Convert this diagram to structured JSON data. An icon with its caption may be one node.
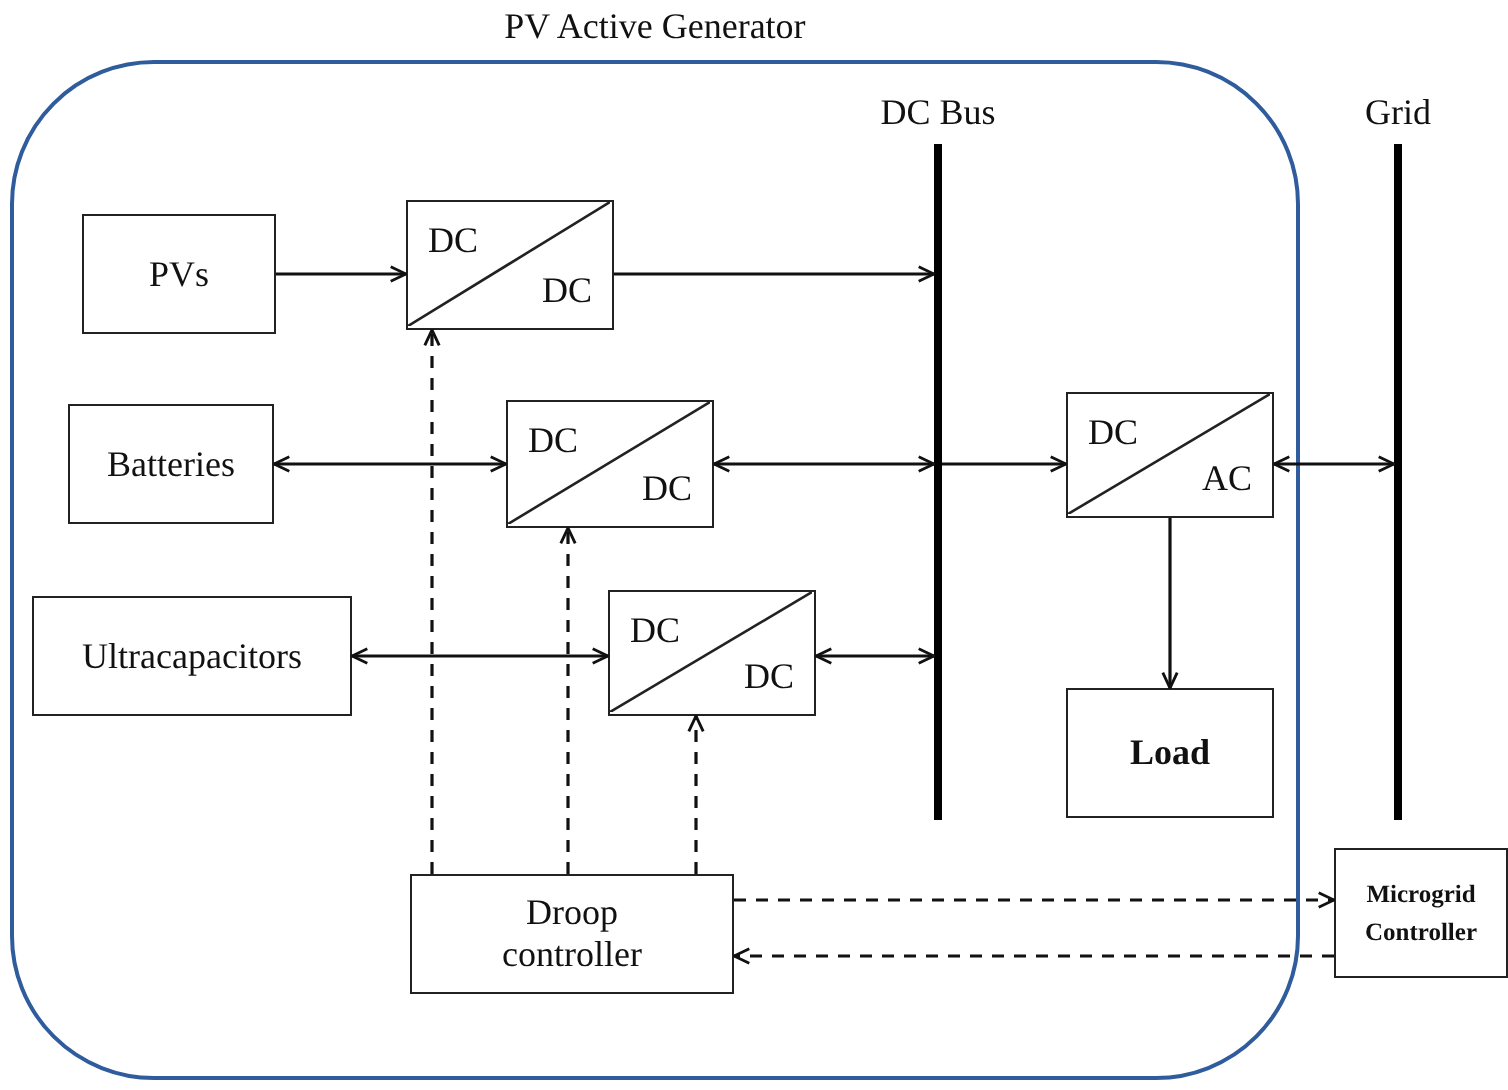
{
  "diagram": {
    "nodes": [
      {
        "text": [
          "PV Active Generator"
        ]
      },
      {
        "text": [
          "PVs"
        ],
        "in": 0
      },
      {
        "text": [
          "DC",
          "DC"
        ],
        "in": 0
      },
      {
        "text": [
          "Batteries"
        ],
        "in": 0
      },
      {
        "text": [
          "DC",
          "DC"
        ],
        "in": 0
      },
      {
        "text": [
          "Ultracapacitors"
        ],
        "in": 0
      },
      {
        "text": [
          "DC",
          "DC"
        ],
        "in": 0
      },
      {
        "text": [
          "DC Bus"
        ],
        "in": 0
      },
      {
        "text": [
          "DC",
          "AC"
        ],
        "in": 0
      },
      {
        "text": [
          "Load"
        ],
        "in": 0
      },
      {
        "text": [
          "Grid"
        ]
      },
      {
        "text": [
          "Droop controller"
        ],
        "in": 0
      },
      {
        "text": [
          "Microgrid Controller"
        ]
      }
    ],
    "edges": [
      {
        "from": 1,
        "to": 2,
        "arrow": "to"
      },
      {
        "from": 2,
        "to": 7,
        "arrow": "to"
      },
      {
        "from": 3,
        "to": 4,
        "arrow": "both"
      },
      {
        "from": 4,
        "to": 7,
        "arrow": "both"
      },
      {
        "from": 5,
        "to": 6,
        "arrow": "both"
      },
      {
        "from": 6,
        "to": 7,
        "arrow": "both"
      },
      {
        "from": 7,
        "to": 8,
        "arrow": "to"
      },
      {
        "from": 8,
        "to": 10,
        "arrow": "both"
      },
      {
        "from": 8,
        "to": 9,
        "arrow": "to"
      },
      {
        "from": 11,
        "to": 2,
        "arrow": "to",
        "style": "dashed"
      },
      {
        "from": 11,
        "to": 4,
        "arrow": "to",
        "style": "dashed"
      },
      {
        "from": 11,
        "to": 6,
        "arrow": "to",
        "style": "dashed"
      },
      {
        "from": 11,
        "to": 12,
        "arrow": "to",
        "style": "dashed"
      },
      {
        "from": 12,
        "to": 11,
        "arrow": "to",
        "style": "dashed"
      }
    ]
  }
}
